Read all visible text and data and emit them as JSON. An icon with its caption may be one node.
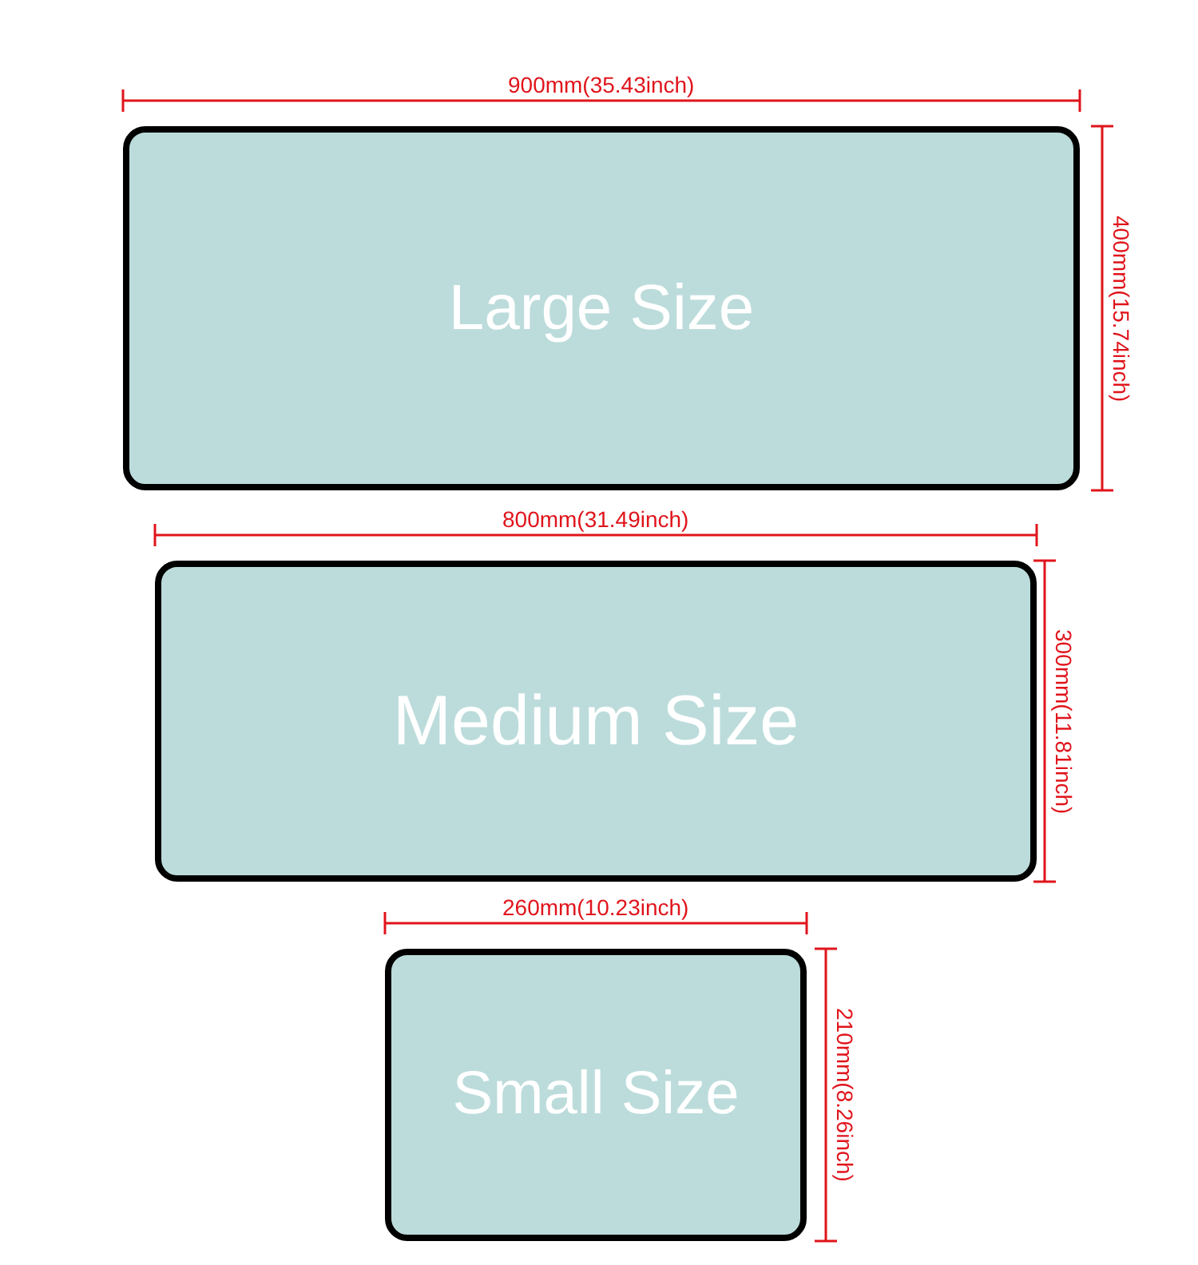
{
  "diagram": {
    "nodes": [
      {
        "text": [
          "Large Size"
        ]
      },
      {
        "text": [
          "Medium Size"
        ]
      },
      {
        "text": [
          "Small Size"
        ]
      }
    ],
    "labels": [
      "900mm(35.43inch)",
      "400mm(15.74inch)",
      "800mm(31.49inch)",
      "300mm(11.81inch)",
      "260mm(10.23inch)",
      "210mm(8.26inch)"
    ]
  }
}
